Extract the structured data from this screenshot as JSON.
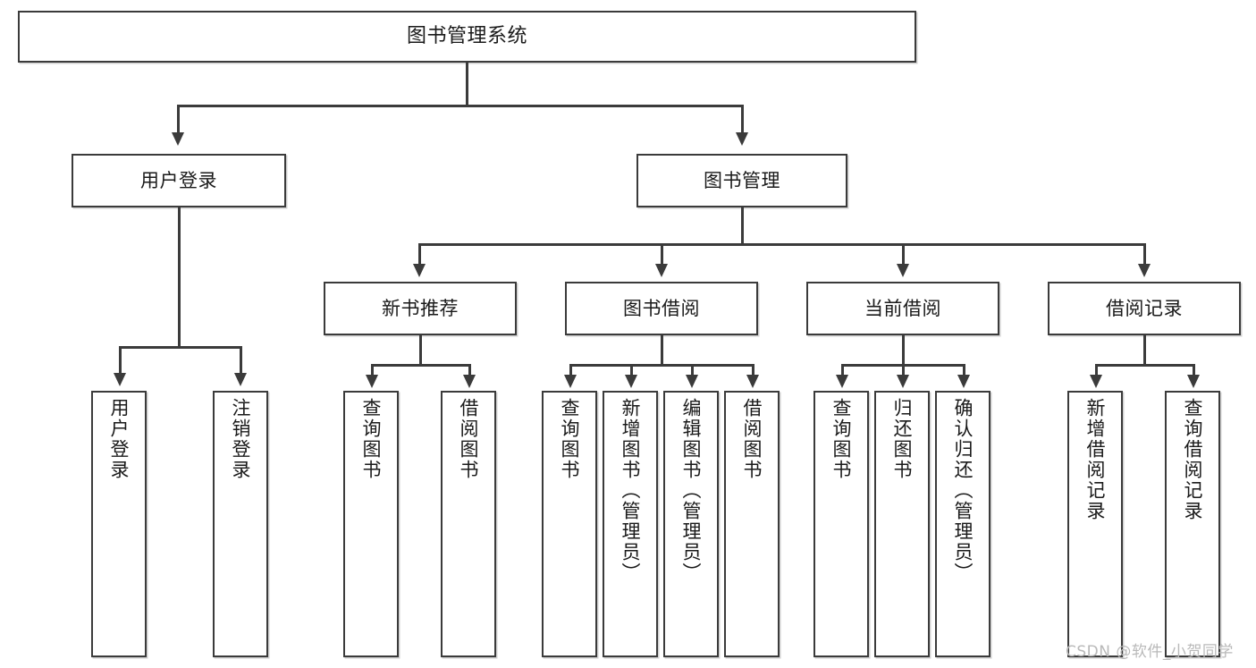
{
  "diagram": {
    "title": "图书管理系统",
    "type": "tree-hierarchy-chart",
    "root": {
      "label": "图书管理系统"
    },
    "level2": [
      {
        "label": "用户登录"
      },
      {
        "label": "图书管理"
      }
    ],
    "level3": [
      {
        "label": "新书推荐"
      },
      {
        "label": "图书借阅"
      },
      {
        "label": "当前借阅"
      },
      {
        "label": "借阅记录"
      }
    ],
    "leaves": {
      "user_login": [
        {
          "label": "用户登录"
        },
        {
          "label": "注销登录"
        }
      ],
      "new_book_recommend": [
        {
          "label": "查询图书"
        },
        {
          "label": "借阅图书"
        }
      ],
      "book_borrow": [
        {
          "label": "查询图书"
        },
        {
          "label": "新增图书（管理员）"
        },
        {
          "label": "编辑图书（管理员）"
        },
        {
          "label": "借阅图书"
        }
      ],
      "current_borrow": [
        {
          "label": "查询图书"
        },
        {
          "label": "归还图书"
        },
        {
          "label": "确认归还（管理员）"
        }
      ],
      "borrow_record": [
        {
          "label": "新增借阅记录"
        },
        {
          "label": "查询借阅记录"
        }
      ]
    }
  },
  "watermark": {
    "text": "CSDN @软件_小贺同学"
  },
  "colors": {
    "border": "#3b3b3b",
    "background": "#ffffff",
    "text": "#1a1a1a",
    "watermark": "#b9b9b9"
  }
}
